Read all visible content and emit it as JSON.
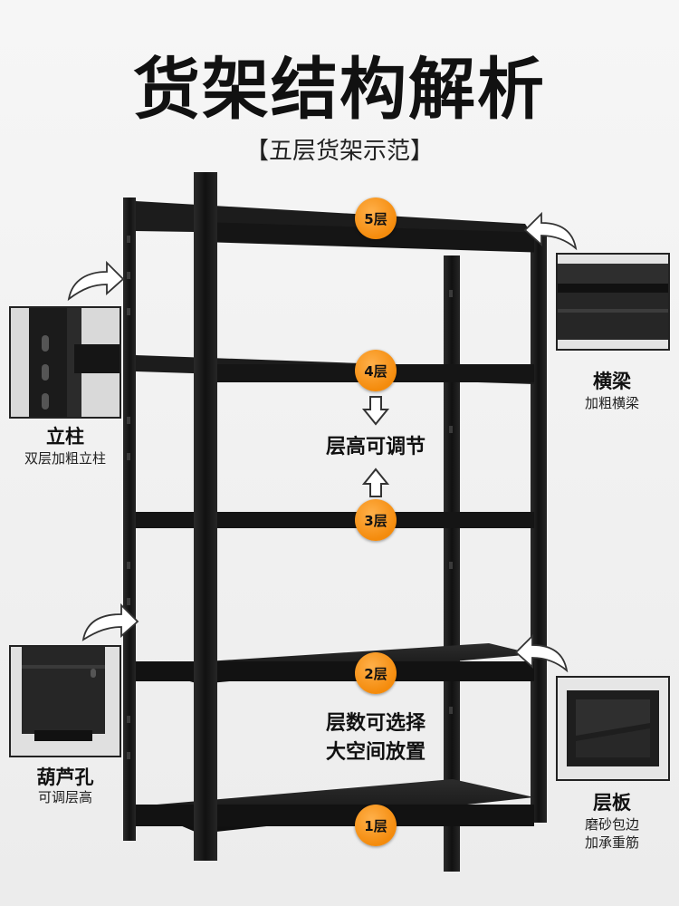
{
  "header": {
    "title": "货架结构解析",
    "subtitle": "【五层货架示范】"
  },
  "levels": [
    "5层",
    "4层",
    "3层",
    "2层",
    "1层"
  ],
  "center_labels": {
    "adjust": "层高可调节",
    "choose_line1": "层数可选择",
    "choose_line2": "大空间放置"
  },
  "callouts": {
    "upright": {
      "title": "立柱",
      "desc": "双层加粗立柱"
    },
    "beam": {
      "title": "横梁",
      "desc": "加粗横梁"
    },
    "hole": {
      "title": "葫芦孔",
      "desc": "可调层高"
    },
    "shelf": {
      "title": "层板",
      "desc_line1": "磨砂包边",
      "desc_line2": "加承重筋"
    }
  },
  "colors": {
    "accent": "#f48b0c",
    "frame": "#1a1a1a",
    "background": "#f0f0f0"
  }
}
